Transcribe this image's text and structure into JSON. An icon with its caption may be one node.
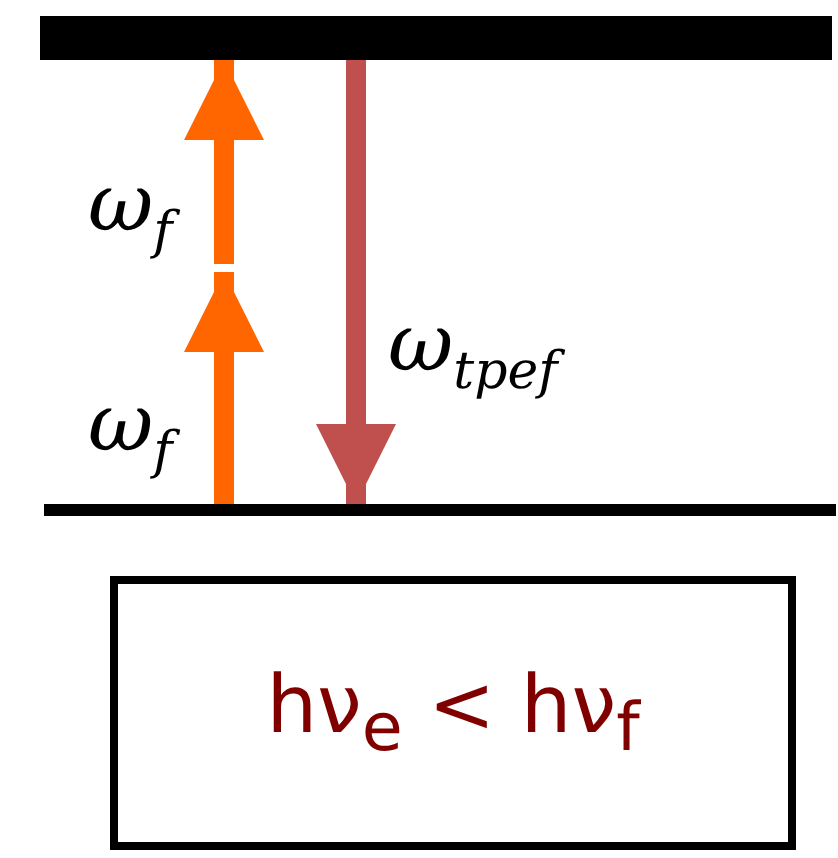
{
  "diagram": {
    "nodes": [
      {
        "text": [],
        "shape": "bar"
      },
      {
        "text": [],
        "shape": "bar"
      },
      {
        "text": [
          "hν$_{e}$ < hν$_{f}$"
        ]
      }
    ],
    "edges": [
      {
        "from": 1,
        "to": null,
        "arrow": "to",
        "label": "ω$_{f}$"
      },
      {
        "from": null,
        "to": 0,
        "arrow": "to",
        "label": "ω$_{f}$"
      },
      {
        "from": 0,
        "to": 1,
        "arrow": "to",
        "label": "ω$_{tpef}$",
        "color": "#c0504d"
      }
    ]
  }
}
